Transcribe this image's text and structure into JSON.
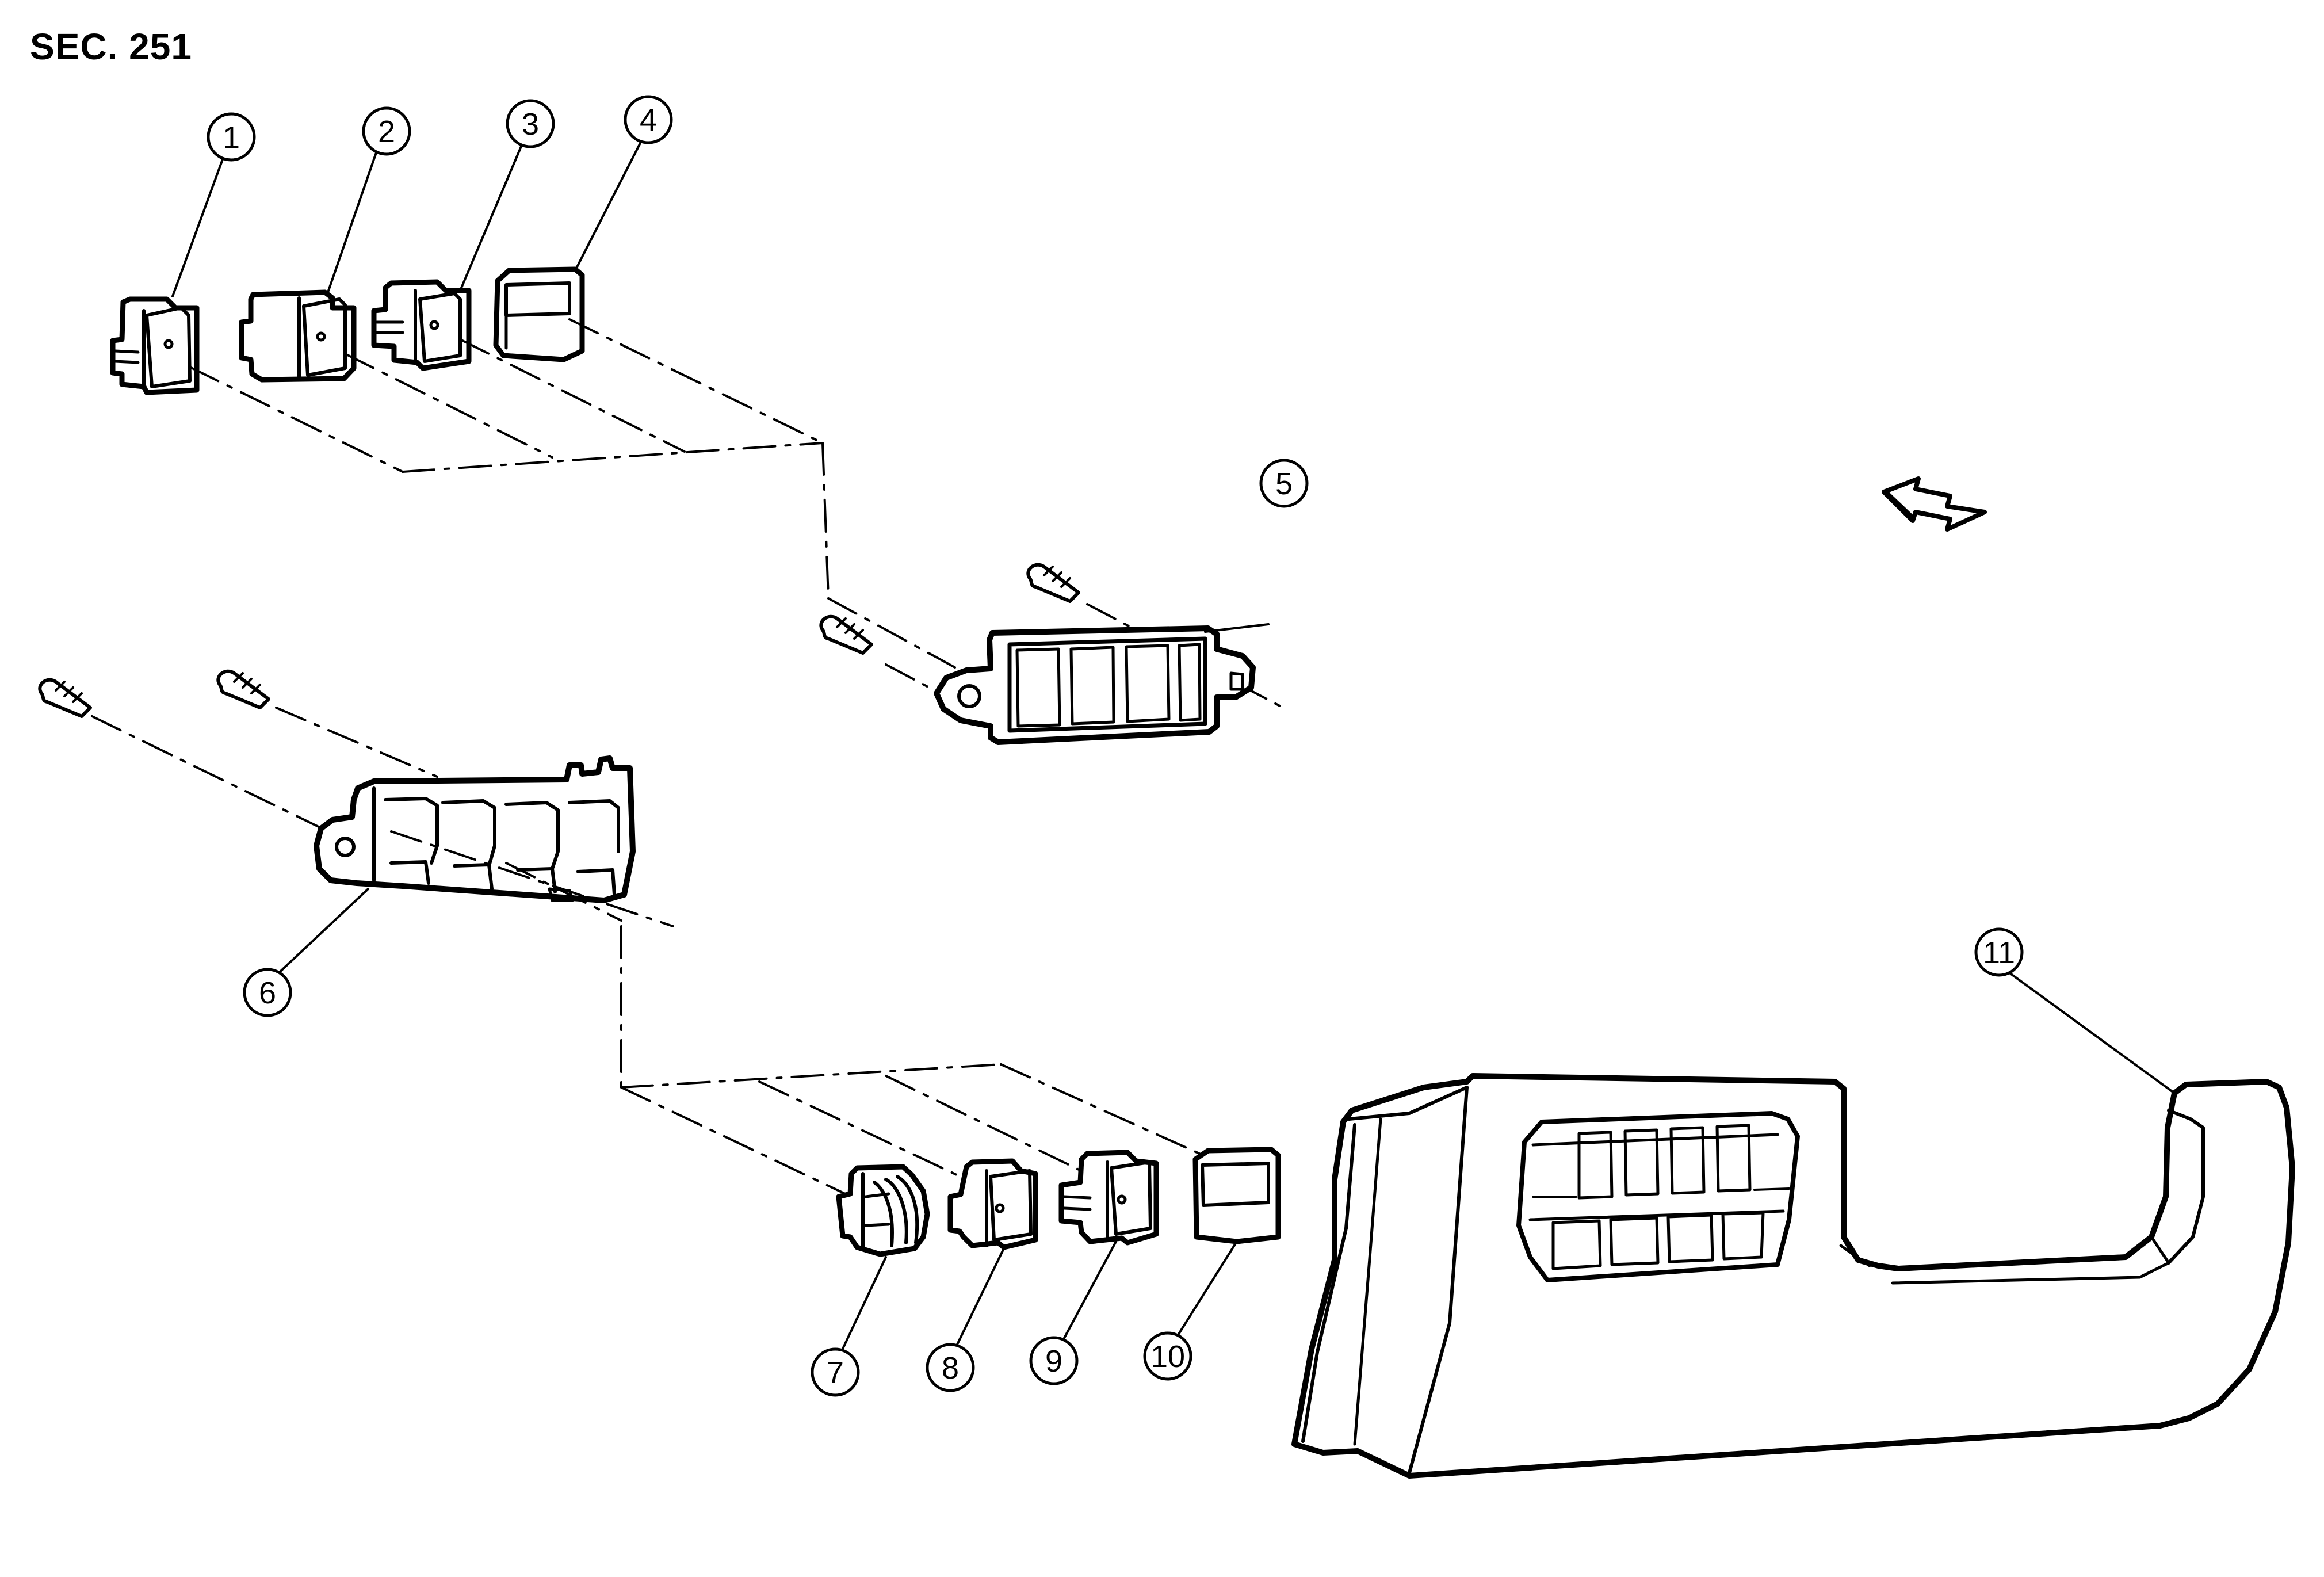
{
  "section_label": "SEC. 251",
  "callouts": [
    "1",
    "2",
    "3",
    "4",
    "5",
    "6",
    "7",
    "8",
    "9",
    "10",
    "11"
  ],
  "colors": {
    "line": "#000000",
    "fill": "#ffffff",
    "background": "#ffffff"
  },
  "icons": {
    "arrow": "front-direction-arrow-icon",
    "screw": "screw-icon"
  }
}
